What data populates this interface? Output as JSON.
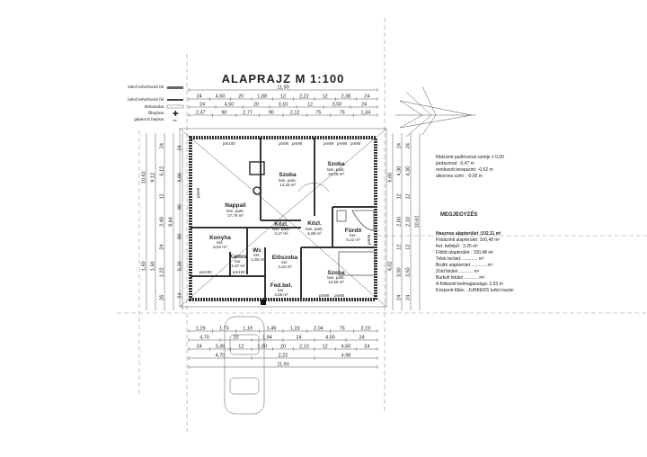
{
  "title": "ALAPRAJZ M 1:100",
  "legend": [
    "külső teherhordó fal",
    "belső teherhordó fal",
    "térburkolat",
    "főbejárat",
    "gépkocsi bejárat"
  ],
  "rooms": {
    "nappali": {
      "name": "Nappali",
      "floor": "lam. park.",
      "area": "27,76 m²"
    },
    "szoba1": {
      "name": "Szoba",
      "floor": "lam. park.",
      "area": "13,33 m²"
    },
    "szoba2": {
      "name": "Szoba",
      "floor": "lam. park.",
      "area": "15,05 m²"
    },
    "kozl1": {
      "name": "Közl.",
      "floor": "lam. park.",
      "area": "4,17 m²"
    },
    "kozl2": {
      "name": "Közl.",
      "floor": "lam. park.",
      "area": "6,88 m²"
    },
    "furdo": {
      "name": "Fürdő",
      "floor": "ker.",
      "area": "6,12 m²"
    },
    "konyha": {
      "name": "Konyha",
      "floor": "ker.",
      "area": "6,81 m²"
    },
    "kamra": {
      "name": "Kamra",
      "floor": "ker.",
      "area": "1,97 m²"
    },
    "wc": {
      "name": "Wc",
      "floor": "ker.",
      "area": "1,80 m²"
    },
    "eloszoba": {
      "name": "Előszoba",
      "floor": "ker.",
      "area": "4,32 m²"
    },
    "szoba3": {
      "name": "Szoba",
      "floor": "lam. park.",
      "area": "14,50 m²"
    },
    "fedbel": {
      "name": "Fed.bel.",
      "floor": "ker.",
      "area": "3,25 m²"
    }
  },
  "window_labels": [
    "pm100",
    "pm90",
    "pm90",
    "pm90",
    "pm90",
    "pm90",
    "pm100",
    "pm100",
    "pm90",
    "pm90",
    "pm90",
    "pm90"
  ],
  "levels": [
    "földszinti padlóvonal szintje ± 0,00",
    "járdavonal: -0,47 m",
    "rendezett terepszint: -0,52 m",
    "alkorona szint : -0,65 m"
  ],
  "notes_title": "MEGJEGYZÉS",
  "notes": [
    "Hasznos alapterület :102,11 m²",
    "Földszinti alapterület: 100,48 m²",
    "fed. bellépő : 3,25 m²",
    "Fűtött alapterület : 100,48 m²",
    "Telek terület: ............ m²",
    "Bruttó alapterület ............ m²",
    "Zöld felület ........... m²",
    "Burkolt felület ........... m²",
    "A földszint belmagassága: 2,63 m",
    "Központi fűtés : JUNKERS turbó kazán"
  ],
  "dims": {
    "top": [
      [
        "11,90"
      ],
      [
        "24",
        "4,50",
        "20",
        "1,88",
        "12",
        "2,22",
        "12",
        "2,38",
        "24"
      ],
      [
        "24",
        "4,50",
        "20",
        "3,10",
        "12",
        "3,50",
        "24"
      ],
      [
        "2,37",
        "90",
        "2,77",
        "90",
        "2,12",
        "75",
        "75",
        "1,34"
      ]
    ],
    "bottom": [
      [
        "1,29",
        "1,73",
        "1,19",
        "1,49",
        "1,23",
        "2,04",
        "75",
        "2,19"
      ],
      [
        "4,70",
        "20",
        "1,94",
        "24",
        "4,50",
        "24"
      ],
      [
        "24",
        "3,36",
        "12",
        "1,00",
        "20",
        "2,10",
        "12",
        "4,50",
        "24"
      ],
      [
        "4,70",
        "2,22",
        "4,98"
      ],
      [
        "11,90"
      ]
    ],
    "left": [
      [
        "10,62",
        "1,50"
      ],
      [
        "9,12",
        "1,50"
      ],
      [
        "24",
        "6,12",
        "12",
        "2,40",
        "24",
        "1,22",
        "26"
      ],
      [
        "8,64"
      ],
      [
        "24",
        "3,66",
        "90",
        "90",
        "5,16",
        "24"
      ]
    ],
    "right": [
      [
        "6,60",
        "4,02"
      ],
      [
        "24",
        "4,30",
        "12",
        "2,60",
        "12",
        "3,50",
        "24"
      ],
      [
        "24",
        "4,30",
        "12",
        "2,10",
        "12",
        "3,50",
        "24"
      ],
      [
        "10,62"
      ]
    ]
  }
}
